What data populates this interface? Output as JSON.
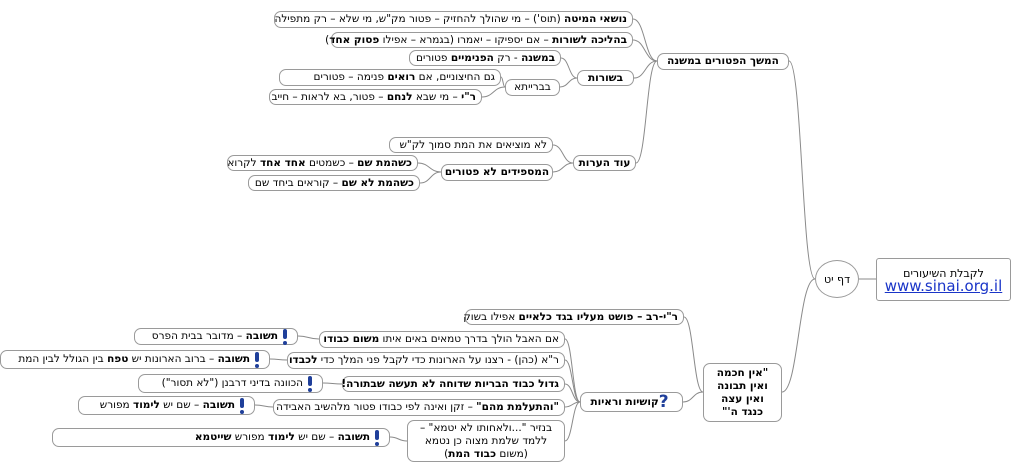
{
  "root": {
    "label": "דף יט"
  },
  "link_box": {
    "title": "לקבלת השיעורים",
    "url": "www.sinai.org.il"
  },
  "branch_top": {
    "label": "המשך הפטורים במשנה"
  },
  "shurot": {
    "label": "בשורות"
  },
  "baraita": {
    "label": "בברייתא"
  },
  "od_hearot": {
    "label": "עוד הערות"
  },
  "maspidim": {
    "label": "המספידים לא פטורים"
  },
  "kushiyot": {
    "label": "קושיות וראיות"
  },
  "ein_chochma": {
    "lines": [
      "\"אין חכמה",
      "ואין תבונה",
      "ואין עצה",
      "כנגד ה'\""
    ]
  },
  "leaves": {
    "t1": {
      "bold": "נושאי המיטה",
      "rest": " (תוס') – מי שהולך להחזיק – פטור מק\"ש, מי שלא – רק מתפילה"
    },
    "t2": {
      "bold": "בהליכה לשורות",
      "mid": " – אם יספיקו – יאמרו (בגמרא – אפילו ",
      "bold2": "פסוק אחד",
      "end": ")"
    },
    "t3": {
      "bold": "במשנה",
      "mid": " - רק ",
      "bold2": "הפנימיים",
      "end": " פטורים"
    },
    "t4": {
      "pre": "גם החיצוניים, אם ",
      "bold": "רואים",
      "rest": " פנימה – פטורים"
    },
    "t5": {
      "bold": "ר\"י",
      "mid": " – מי שבא ",
      "bold2": "לנחם",
      "end": " – פטור, בא לראות – חייב"
    },
    "t6": {
      "text": "לא מוציאים את המת סמוך לק\"ש"
    },
    "t7": {
      "bold": "כשהמת שם",
      "mid": " – כשמטים ",
      "bold2": "אחד אחד",
      "end": " לקרוא"
    },
    "t8": {
      "bold": "כשהמת לא שם",
      "rest": " – קוראים ביחד שם"
    },
    "k1": {
      "bold": "ר\"י-רב – פושט מעליו בגד כלאיים",
      "rest": " אפילו בשוק"
    },
    "k2": {
      "pre": "אם האבל הולך בדרך טמאים באים איתו ",
      "bold": "משום כבודו"
    },
    "k2a": {
      "bold": "תשובה",
      "rest": " – מדובר בבית הפרס"
    },
    "k3": {
      "pre": "ר\"א (כהן) - רצנו על הארונות כדי לקבל פני המלך כדי ",
      "bold": "לכבדו"
    },
    "k3a": {
      "bold": "תשובה",
      "mid": " – ברוב הארונות יש ",
      "bold2": "טפח",
      "end": " בין הגולל לבין המת"
    },
    "k4": {
      "bold": "גדול כבוד הבריות שדוחה לא תעשה שבתורה!"
    },
    "k4a": {
      "text": "הכוונה בדיני דרבנן  (\"לא תסור\")"
    },
    "k5": {
      "bold": "\"והתעלמת מהם\"",
      "rest": " – זקן ואינה לפי כבודו פטור מלהשיב האבידה"
    },
    "k5a": {
      "bold": "תשובה",
      "mid": " – שם יש ",
      "bold2": "לימוד",
      "end": " מפורש"
    },
    "k6": {
      "lines": [
        "בנזיר \"...ולאחותו לא יטמא\" –",
        "ללמד שלמת מצוה כן נטמא",
        "(משום כבוד המת)"
      ],
      "bold_last": "כבוד המת"
    },
    "k6a": {
      "bold": "תשובה",
      "mid": " – שם יש ",
      "bold2": "לימוד",
      "end": " מפורש ",
      "bold3": "שייטמא"
    }
  }
}
